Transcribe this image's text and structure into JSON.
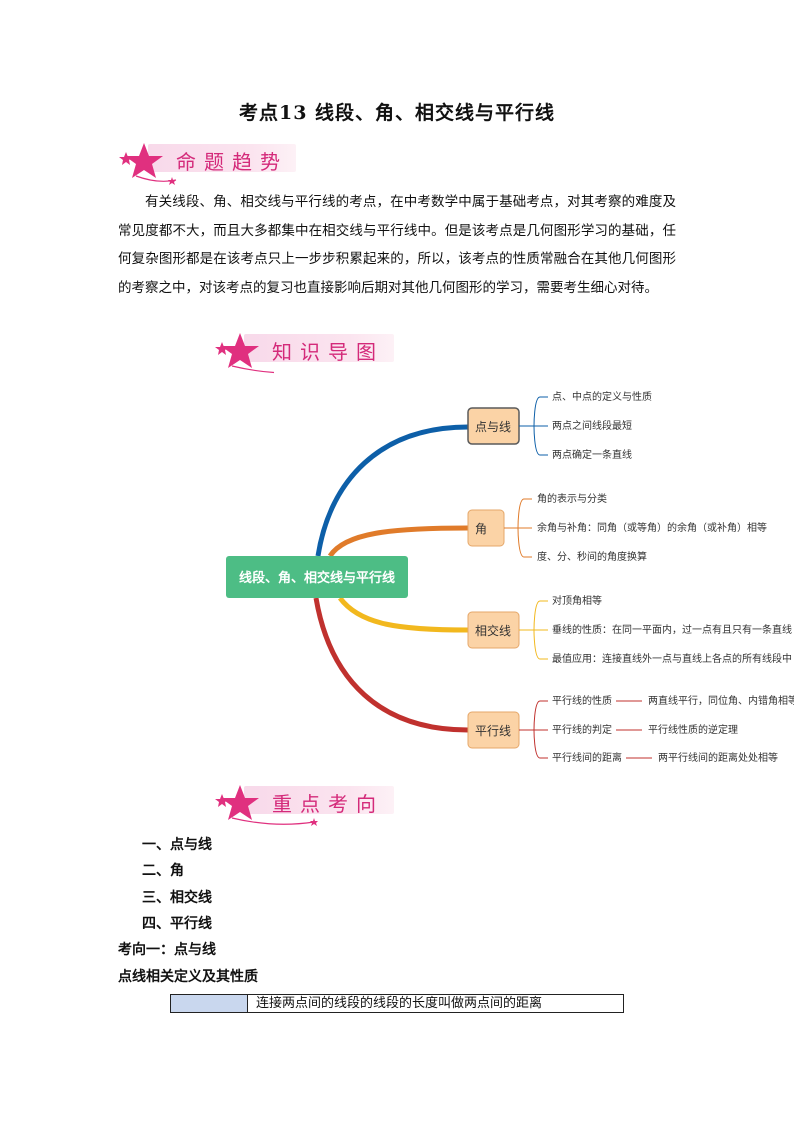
{
  "title": "考点13    线段、角、相交线与平行线",
  "banners": {
    "trend": "命题趋势",
    "knowledge": "知识导图",
    "focus": "重点考向"
  },
  "intro": "有关线段、角、相交线与平行线的考点，在中考数学中属于基础考点，对其考察的难度及常见度都不大，而且大多都集中在相交线与平行线中。但是该考点是几何图形学习的基础，任何复杂图形都是在该考点只上一步步积累起来的，所以，该考点的性质常融合在其他几何图形的考察之中，对该考点的复习也直接影响后期对其他几何图形的学习，需要考生细心对待。",
  "mindmap": {
    "center": "线段、角、相交线与平行线",
    "branches": [
      {
        "label": "点与线",
        "color": "#0d5fa8",
        "items": [
          "点、中点的定义与性质",
          "两点之间线段最短",
          "两点确定一条直线"
        ]
      },
      {
        "label": "角",
        "color": "#e07b2a",
        "items": [
          "角的表示与分类",
          "余角与补角：同角（或等角）的余角（或补角）相等",
          "度、分、秒间的角度换算"
        ]
      },
      {
        "label": "相交线",
        "color": "#f2b81e",
        "items": [
          "对顶角相等",
          "垂线的性质：在同一平面内，过一点有且只有一条直线",
          "最值应用：连接直线外一点与直线上各点的所有线段中"
        ]
      },
      {
        "label": "平行线",
        "color": "#c0312e",
        "items": [
          {
            "label": "平行线的性质",
            "detail": "两直线平行，同位角、内错角相等；"
          },
          {
            "label": "平行线的判定",
            "detail": "平行线性质的逆定理"
          },
          {
            "label": "平行线间的距离",
            "detail": "两平行线间的距离处处相等"
          }
        ]
      }
    ],
    "colors": {
      "center_fill": "#4dbd85",
      "node_fill": "#fbd3a6",
      "node_stroke": "#e5a769",
      "first_node_stroke": "#5a5a5a"
    }
  },
  "toc": [
    "一、点与线",
    "二、角",
    "三、相交线",
    "四、平行线"
  ],
  "section_heading": "考向一：点与线",
  "subheading": "点线相关定义及其性质",
  "table": {
    "definition": "连接两点间的线段的线段的长度叫做两点间的距离"
  }
}
